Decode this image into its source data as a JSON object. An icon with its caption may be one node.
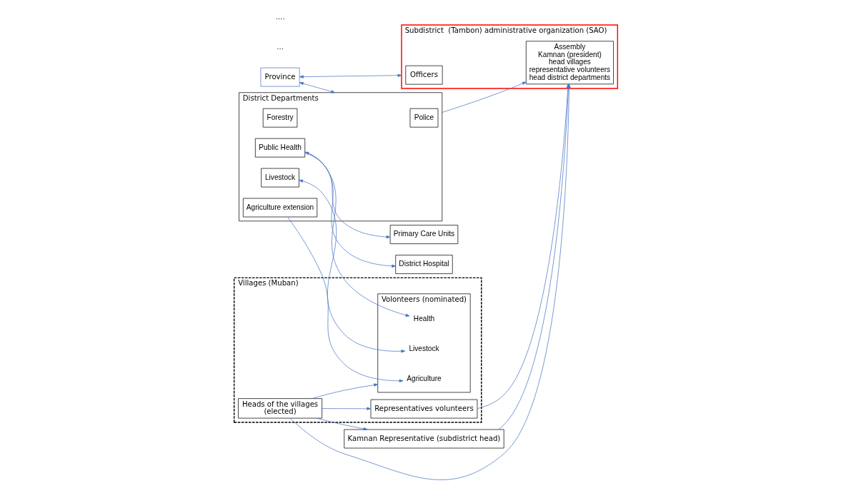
{
  "diagram": {
    "nodes": [
      {
        "text": [
          "Kamnan Representative (subdistrict head)"
        ]
      },
      {
        "text": [
          "Villages (Muban)"
        ]
      },
      {
        "text": [
          "Heads of the villages",
          "(elected)"
        ],
        "in": 1
      },
      {
        "text": [
          "Representatives volunteers"
        ],
        "in": 1
      },
      {
        "text": [
          "Volonteers (nominated)"
        ],
        "in": 1
      },
      {
        "text": [
          "Agriculture"
        ],
        "in": 4
      },
      {
        "text": [
          "Livestock"
        ],
        "in": 4
      },
      {
        "text": [
          "Health"
        ],
        "in": 4
      },
      {
        "text": [
          "Subdistrict  (Tambon) administrative organization (SAO)"
        ]
      },
      {
        "text": [
          "Officers"
        ],
        "in": 8
      },
      {
        "text": [
          "Assembly",
          "Kamnan (president)",
          "head villages",
          "representative volunteers",
          "head district departments"
        ],
        "in": 8
      },
      {
        "text": [
          "Province"
        ]
      },
      {
        "text": [
          "District Departments"
        ]
      },
      {
        "text": [
          "Police"
        ],
        "in": 12
      },
      {
        "text": [
          "Forestry"
        ],
        "in": 12
      },
      {
        "text": [
          "Agriculture extension"
        ],
        "in": 12
      },
      {
        "text": [
          "Livestock"
        ],
        "in": 12
      },
      {
        "text": [
          "Public Health"
        ],
        "in": 12
      },
      {
        "text": [
          "Primary Care Units"
        ]
      },
      {
        "text": [
          "District Hospital"
        ]
      }
    ],
    "edges": [
      {
        "from": 2,
        "to": 0,
        "arrow": "to"
      },
      {
        "from": 0,
        "to": 10,
        "arrow": "to"
      },
      {
        "from": 2,
        "to": 10,
        "arrow": "to"
      },
      {
        "from": 3,
        "to": 10,
        "arrow": "to"
      },
      {
        "from": 2,
        "to": 3,
        "arrow": "to"
      },
      {
        "from": 2,
        "to": 4,
        "arrow": "to"
      },
      {
        "from": 12,
        "to": 10,
        "arrow": "to"
      },
      {
        "from": 11,
        "to": 8,
        "arrow": "both"
      },
      {
        "from": 11,
        "to": 12,
        "arrow": "both"
      },
      {
        "from": 15,
        "to": 5,
        "arrow": "to"
      },
      {
        "from": 16,
        "to": 6,
        "arrow": "both"
      },
      {
        "from": 17,
        "to": 7,
        "arrow": "both"
      },
      {
        "from": 17,
        "to": 18,
        "arrow": "to"
      },
      {
        "from": 17,
        "to": 19,
        "arrow": "to"
      }
    ],
    "labels": [
      "…",
      "…."
    ]
  }
}
